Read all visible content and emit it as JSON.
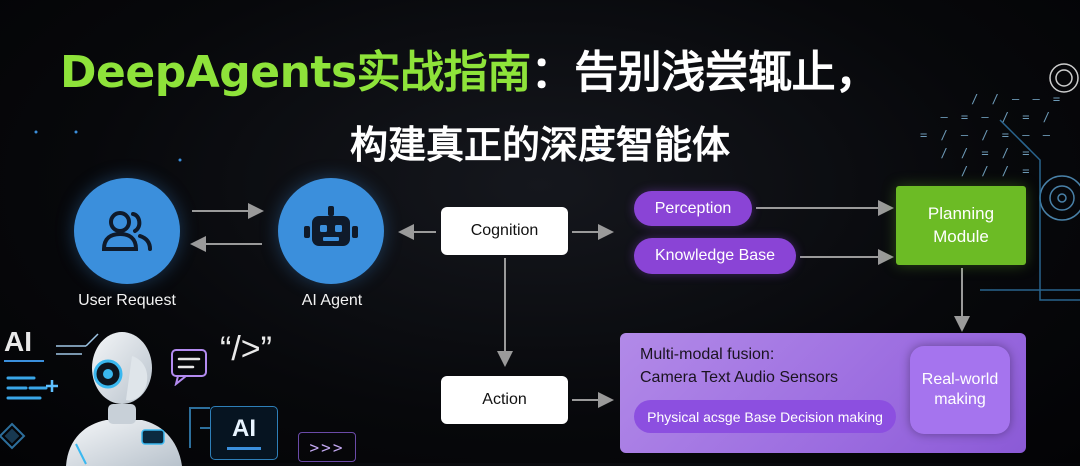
{
  "title": {
    "part1": "DeepAgents实战指南",
    "part2": "：告别浅尝辄止，"
  },
  "subtitle": "构建真正的深度智能体",
  "nodes": {
    "user_request": "User Request",
    "ai_agent": "AI Agent",
    "cognition": "Cognition",
    "action": "Action",
    "perception": "Perception",
    "knowledge_base": "Knowledge Base",
    "planning_line1": "Planning",
    "planning_line2": "Module",
    "fusion_title": "Multi-modal fusion:",
    "fusion_inputs": "Camera Text Audio Sensors",
    "fusion_inner": "Physical acsge Base Decision making",
    "real_line1": "Real-world",
    "real_line2": "making"
  },
  "decor": {
    "ai_label": "AI",
    "code_label": "“/>”",
    "chip_ai": "AI",
    "chevrons": ">>>"
  },
  "colors": {
    "title_green": "#8ee33a",
    "circle_blue": "#3b8fdc",
    "pill_purple": "#8a44d6",
    "planning_green": "#6cbb25",
    "fusion_purple": "#9c6de0"
  }
}
